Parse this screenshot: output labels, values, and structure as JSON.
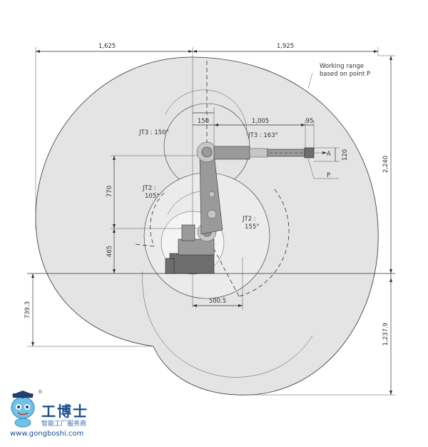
{
  "dimensions": {
    "top_left": "1,625",
    "top_right": "1,925",
    "offset_150": "150",
    "reach_1005": "1,005",
    "offset_95": "95",
    "height_120": "120",
    "right_height": "2,240",
    "height_770": "770",
    "height_465": "465",
    "left_739": "739.3",
    "bottom_500": "500.5",
    "right_1237": "1,237.9"
  },
  "labels": {
    "working_range_1": "Working range",
    "working_range_2": "based on point P",
    "jt3_150": "JT3 : 150°",
    "jt3_163": "JT3 : 163°",
    "jt2_105_1": "JT2 :",
    "jt2_105_2": "105°",
    "jt2_155_1": "JT2 :",
    "jt2_155_2": "155°",
    "point_p": "P",
    "point_a": "A"
  },
  "logo": {
    "brand": "工博士",
    "tagline": "智能工厂服务商",
    "url": "www.gongboshi.com",
    "registered": "®"
  },
  "colors": {
    "range_fill": "#e4e4e4",
    "range_stroke": "#333333",
    "brand": "#1a4d8f"
  }
}
